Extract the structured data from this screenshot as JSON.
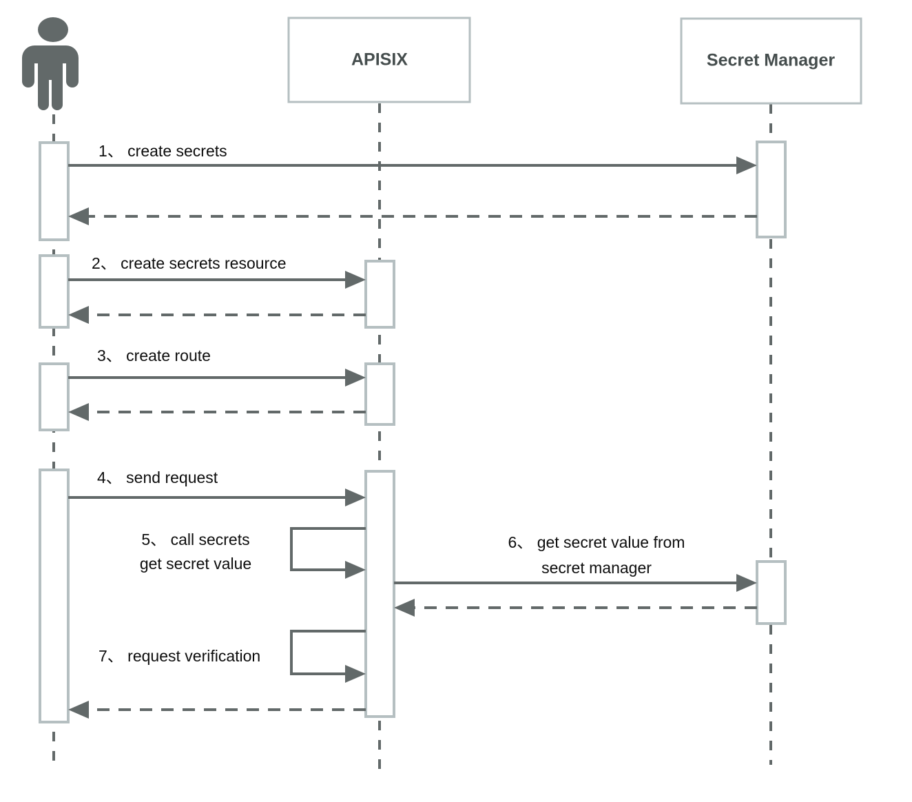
{
  "diagram": {
    "type": "sequence-diagram",
    "title": "APISIX Secret Manager sequence",
    "colors": {
      "box_stroke": "#b5bfc1",
      "box_fill": "#ffffff",
      "line": "#626969",
      "actor_fill": "#626969",
      "label_text": "#0d0d0d",
      "participant_text": "#454d4d",
      "background": "#ffffff"
    }
  },
  "participants": [
    {
      "id": "actor",
      "name": "actor",
      "icon": "person-actor-icon",
      "label": ""
    },
    {
      "id": "apisix",
      "name": "apisix",
      "label": "APISIX"
    },
    {
      "id": "secret_manager",
      "name": "secret-manager",
      "label": "Secret Manager"
    }
  ],
  "messages": [
    {
      "step": "1",
      "label": "1、 create secrets",
      "from": "actor",
      "to": "secret_manager",
      "kind": "solid",
      "direction": "right"
    },
    {
      "step": "1r",
      "label": "",
      "from": "secret_manager",
      "to": "actor",
      "kind": "dashed",
      "direction": "left"
    },
    {
      "step": "2",
      "label": "2、 create secrets resource",
      "from": "actor",
      "to": "apisix",
      "kind": "solid",
      "direction": "right"
    },
    {
      "step": "2r",
      "label": "",
      "from": "apisix",
      "to": "actor",
      "kind": "dashed",
      "direction": "left"
    },
    {
      "step": "3",
      "label": "3、 create route",
      "from": "actor",
      "to": "apisix",
      "kind": "solid",
      "direction": "right"
    },
    {
      "step": "3r",
      "label": "",
      "from": "apisix",
      "to": "actor",
      "kind": "dashed",
      "direction": "left"
    },
    {
      "step": "4",
      "label": "4、 send request",
      "from": "actor",
      "to": "apisix",
      "kind": "solid",
      "direction": "right"
    },
    {
      "step": "5",
      "label_line1": "5、 call secrets",
      "label_line2": "get secret value",
      "from": "apisix",
      "to": "apisix",
      "kind": "self-call",
      "direction": "right"
    },
    {
      "step": "6",
      "label_line1": "6、 get secret value from",
      "label_line2": "secret manager",
      "from": "apisix",
      "to": "secret_manager",
      "kind": "solid",
      "direction": "right"
    },
    {
      "step": "6r",
      "label": "",
      "from": "secret_manager",
      "to": "apisix",
      "kind": "dashed",
      "direction": "left"
    },
    {
      "step": "7",
      "label": "7、 request verification",
      "from": "apisix",
      "to": "apisix",
      "kind": "self-call",
      "direction": "right"
    },
    {
      "step": "7r",
      "label": "",
      "from": "apisix",
      "to": "actor",
      "kind": "dashed",
      "direction": "left"
    }
  ],
  "labels": {
    "msg1": "1、 create secrets",
    "msg2": "2、 create secrets resource",
    "msg3": "3、 create route",
    "msg4": "4、 send request",
    "msg5_line1": "5、 call secrets",
    "msg5_line2": "get secret value",
    "msg6_line1": "6、 get secret value from",
    "msg6_line2": "secret manager",
    "msg7": "7、 request verification",
    "apisix": "APISIX",
    "secret_manager": "Secret Manager"
  }
}
